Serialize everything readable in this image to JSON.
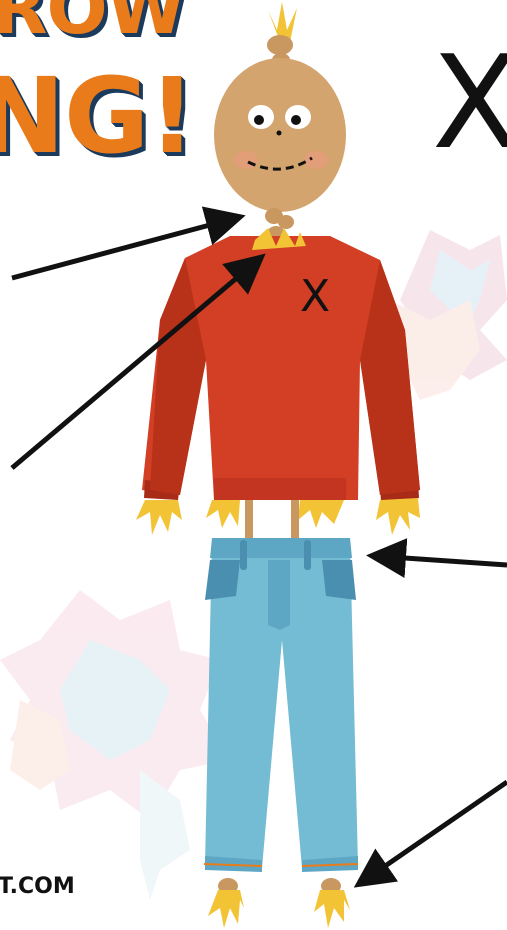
{
  "title": {
    "line1": "ROW",
    "line2": "NG!"
  },
  "big_mark": "X",
  "sweater_mark": "X",
  "footer_text": "T.COM",
  "colors": {
    "title_orange": "#e97b1b",
    "title_shadow": "#1b3a5c",
    "sweater": "#d33f25",
    "head": "#d4a46e",
    "jeans": "#74bcd4"
  },
  "icons": [
    "scarecrow-illustration",
    "maple-leaf-icon",
    "arrow-icon"
  ]
}
